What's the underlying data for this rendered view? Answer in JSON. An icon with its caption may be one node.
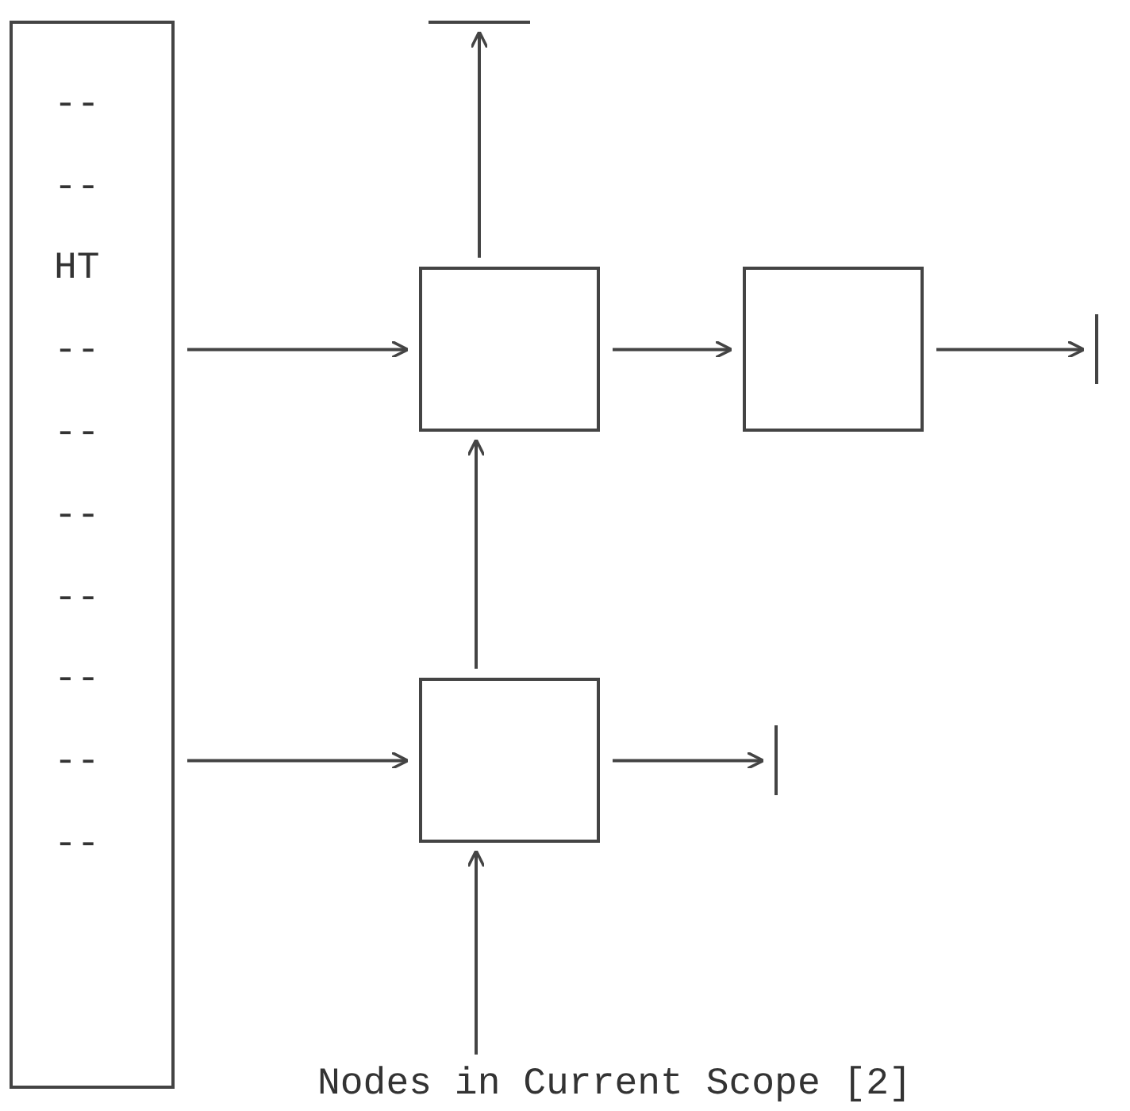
{
  "diagram": {
    "nodes": [
      {
        "text": [
          "--",
          "--",
          "HT",
          "--",
          "--",
          "--",
          "--",
          "--",
          "--",
          "--"
        ]
      },
      {
        "text": [],
        "shape": "bar"
      },
      {
        "text": [],
        "shape": "box"
      },
      {
        "text": [],
        "shape": "box"
      },
      {
        "text": [],
        "shape": "bar"
      },
      {
        "text": [],
        "shape": "box"
      },
      {
        "text": [],
        "shape": "bar"
      },
      {
        "text": [
          "Nodes in Current Scope [2]"
        ]
      }
    ],
    "edges": [
      {
        "from": 2,
        "to": 1,
        "arrow": "to"
      },
      {
        "from": 0,
        "to": 2,
        "arrow": "to"
      },
      {
        "from": 2,
        "to": 3,
        "arrow": "to"
      },
      {
        "from": 3,
        "to": 4,
        "arrow": "to"
      },
      {
        "from": 5,
        "to": 2,
        "arrow": "to"
      },
      {
        "from": 0,
        "to": 5,
        "arrow": "to"
      },
      {
        "from": 5,
        "to": 6,
        "arrow": "to"
      },
      {
        "from": 7,
        "to": 5,
        "arrow": "to"
      }
    ]
  }
}
